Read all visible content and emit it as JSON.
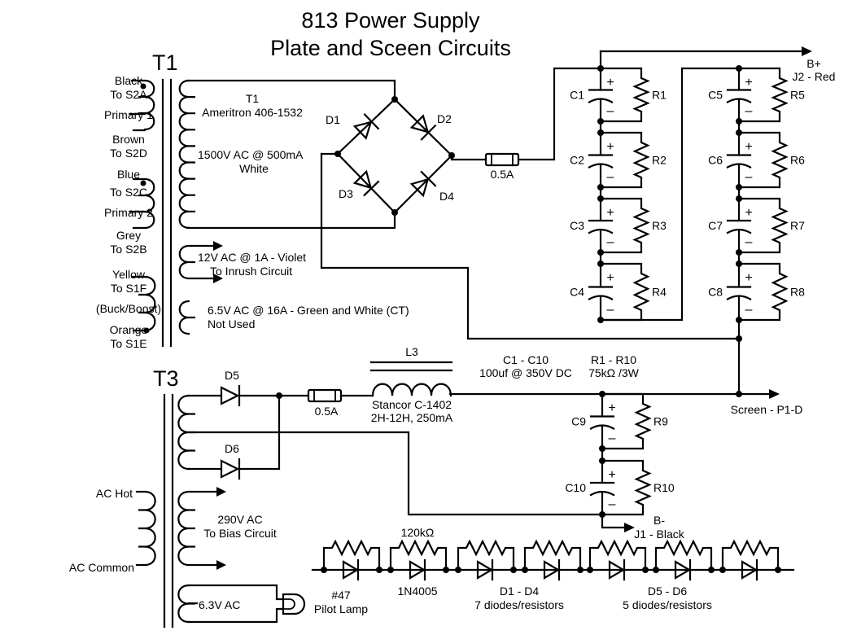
{
  "title": {
    "line1": "813 Power Supply",
    "line2": "Plate and Sceen Circuits"
  },
  "t1": {
    "name": "T1",
    "primary_labels": [
      {
        "l1": "Black",
        "l2": "To S2A"
      },
      {
        "l1": "Primary 1"
      },
      {
        "l1": "Brown",
        "l2": "To S2D"
      },
      {
        "l1": "Blue",
        "l2": "To S2C"
      },
      {
        "l1": "Primary 2"
      },
      {
        "l1": "Grey",
        "l2": "To S2B"
      },
      {
        "l1": "Yellow",
        "l2": "To S1F"
      },
      {
        "l1": "(Buck/Boost)"
      },
      {
        "l1": "Orange",
        "l2": "To S1E"
      }
    ],
    "model_label": "T1",
    "model": "Ameritron 406-1532",
    "hv_winding": "1500V AC @ 500mA",
    "hv_color": "White",
    "aux1_line1": "12V AC @ 1A - Violet",
    "aux1_line2": "To Inrush Circuit",
    "aux2_line1": "6.5V AC @ 16A - Green and White (CT)",
    "aux2_line2": "Not Used"
  },
  "bridge": {
    "diodes": [
      "D1",
      "D2",
      "D3",
      "D4"
    ],
    "fuse": "0.5A"
  },
  "plate_stack": {
    "caps": [
      "C1",
      "C2",
      "C3",
      "C4",
      "C5",
      "C6",
      "C7",
      "C8"
    ],
    "resistors": [
      "R1",
      "R2",
      "R3",
      "R4",
      "R5",
      "R6",
      "R7",
      "R8"
    ],
    "plus": "+",
    "minus": "–",
    "output_line1": "B+",
    "output_line2": "J2 - Red"
  },
  "t3": {
    "name": "T3",
    "diodes": [
      "D5",
      "D6"
    ],
    "fuse": "0.5A",
    "choke_name": "L3",
    "choke_model": "Stancor C-1402",
    "choke_spec": "2H-12H, 250mA",
    "ac_hot": "AC Hot",
    "ac_common": "AC Common",
    "bias_line1": "290V AC",
    "bias_line2": "To Bias Circuit",
    "fil": "6.3V AC",
    "lamp_line1": "#47",
    "lamp_line2": "Pilot Lamp"
  },
  "notes": {
    "caps_range": "C1 - C10",
    "caps_spec": "100uf @ 350V DC",
    "res_range": "R1 - R10",
    "res_spec": "75kΩ /3W"
  },
  "screen_stack": {
    "caps": [
      "C9",
      "C10"
    ],
    "resistors": [
      "R9",
      "R10"
    ],
    "screen_out": "Screen - P1-D",
    "bminus_line1": "B-",
    "bminus_line2": "J1 - Black"
  },
  "diode_string": {
    "resistor_value": "120kΩ",
    "diode_part": "1N4005",
    "group1_line1": "D1 - D4",
    "group1_line2": "7 diodes/resistors",
    "group2_line1": "D5 - D6",
    "group2_line2": "5 diodes/resistors"
  }
}
